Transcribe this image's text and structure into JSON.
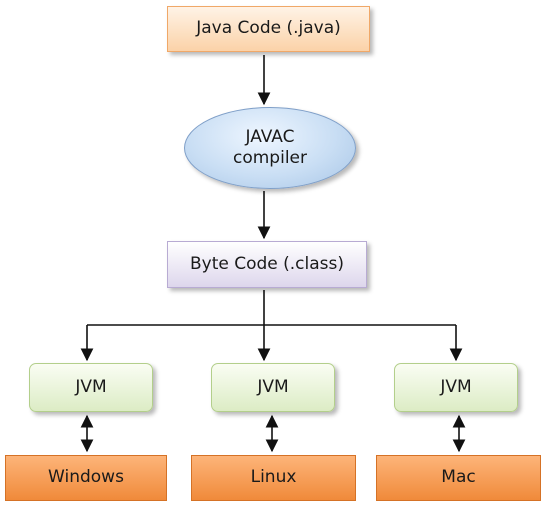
{
  "nodes": {
    "java_code": "Java Code (.java)",
    "javac_line1": "JAVAC",
    "javac_line2": "compiler",
    "byte_code": "Byte Code (.class)",
    "jvm": [
      "JVM",
      "JVM",
      "JVM"
    ],
    "os": [
      "Windows",
      "Linux",
      "Mac"
    ]
  },
  "colors": {
    "line": "#111111",
    "source_fill": "#fbd2a8",
    "compiler_fill": "#c9def4",
    "bytecode_fill": "#ddd6ec",
    "jvm_fill": "#dcecc5",
    "os_fill": "#f08a3a"
  }
}
